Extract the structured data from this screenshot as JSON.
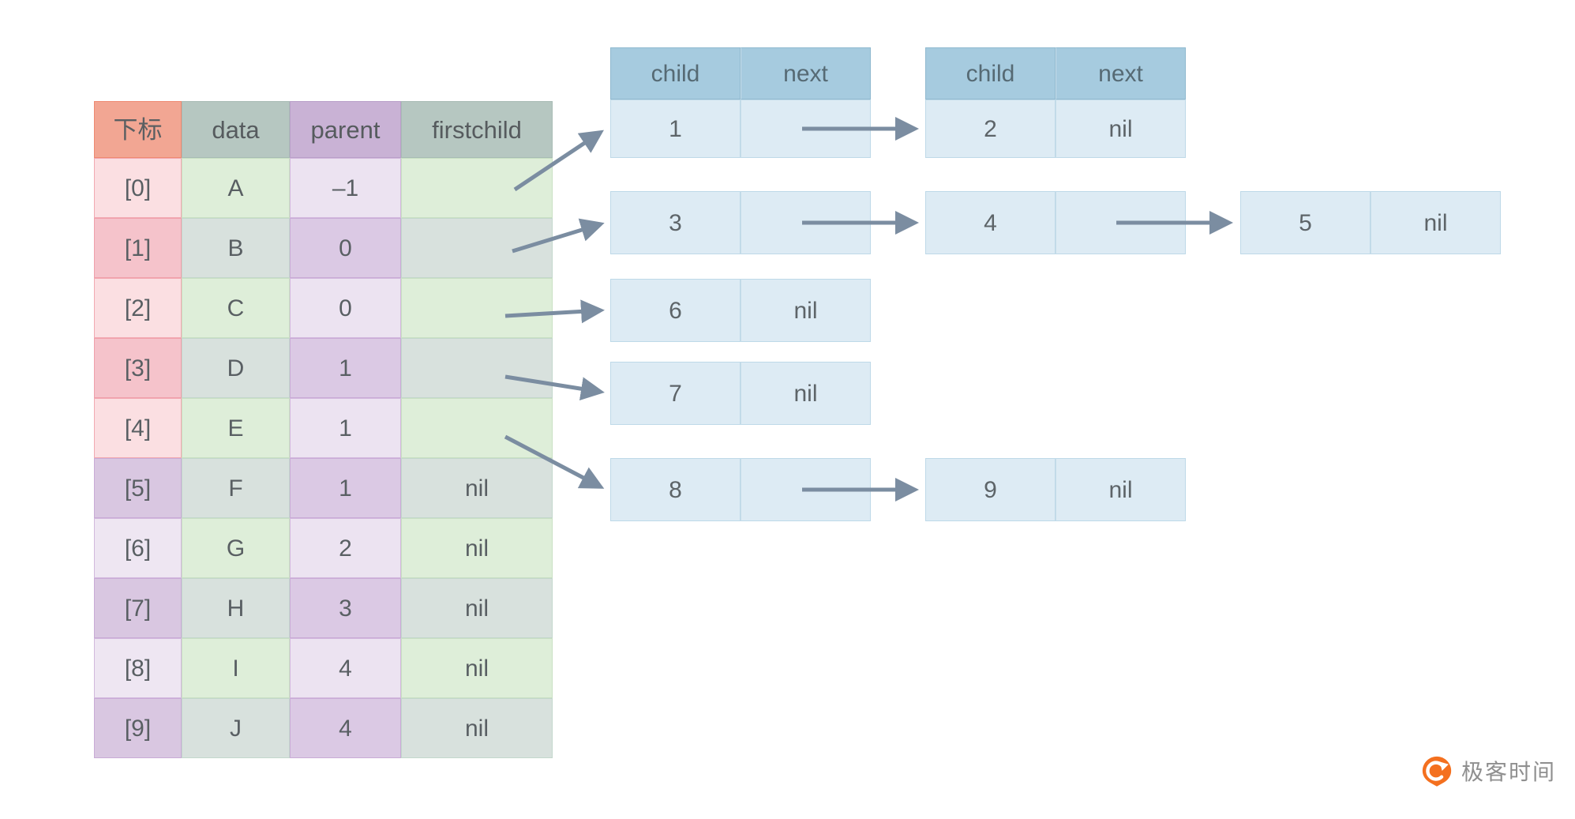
{
  "colors": {
    "index_header_bg": "#f2a693",
    "data_header_bg": "#b6c7c1",
    "parent_header_bg": "#c9b2d5",
    "node_header_bg": "#a6cbdf",
    "node_body_bg": "#ddebf4",
    "arrow": "#7b8da1",
    "logo_orange": "#f4701f"
  },
  "table": {
    "headers": {
      "index": "下标",
      "data": "data",
      "parent": "parent",
      "firstchild": "firstchild"
    },
    "rows": [
      {
        "index": "[0]",
        "data": "A",
        "parent": "–1",
        "firstchild": ""
      },
      {
        "index": "[1]",
        "data": "B",
        "parent": "0",
        "firstchild": ""
      },
      {
        "index": "[2]",
        "data": "C",
        "parent": "0",
        "firstchild": ""
      },
      {
        "index": "[3]",
        "data": "D",
        "parent": "1",
        "firstchild": ""
      },
      {
        "index": "[4]",
        "data": "E",
        "parent": "1",
        "firstchild": ""
      },
      {
        "index": "[5]",
        "data": "F",
        "parent": "1",
        "firstchild": "nil"
      },
      {
        "index": "[6]",
        "data": "G",
        "parent": "2",
        "firstchild": "nil"
      },
      {
        "index": "[7]",
        "data": "H",
        "parent": "3",
        "firstchild": "nil"
      },
      {
        "index": "[8]",
        "data": "I",
        "parent": "4",
        "firstchild": "nil"
      },
      {
        "index": "[9]",
        "data": "J",
        "parent": "4",
        "firstchild": "nil"
      }
    ]
  },
  "lists": {
    "column_headers": {
      "child": "child",
      "next": "next"
    },
    "rows": [
      {
        "nodes": [
          {
            "child": "1",
            "next": ""
          },
          {
            "child": "2",
            "next": "nil"
          }
        ]
      },
      {
        "nodes": [
          {
            "child": "3",
            "next": ""
          },
          {
            "child": "4",
            "next": ""
          },
          {
            "child": "5",
            "next": "nil"
          }
        ]
      },
      {
        "nodes": [
          {
            "child": "6",
            "next": "nil"
          }
        ]
      },
      {
        "nodes": [
          {
            "child": "7",
            "next": "nil"
          }
        ]
      },
      {
        "nodes": [
          {
            "child": "8",
            "next": ""
          },
          {
            "child": "9",
            "next": "nil"
          }
        ]
      }
    ]
  },
  "logo": {
    "text": "极客时间"
  }
}
